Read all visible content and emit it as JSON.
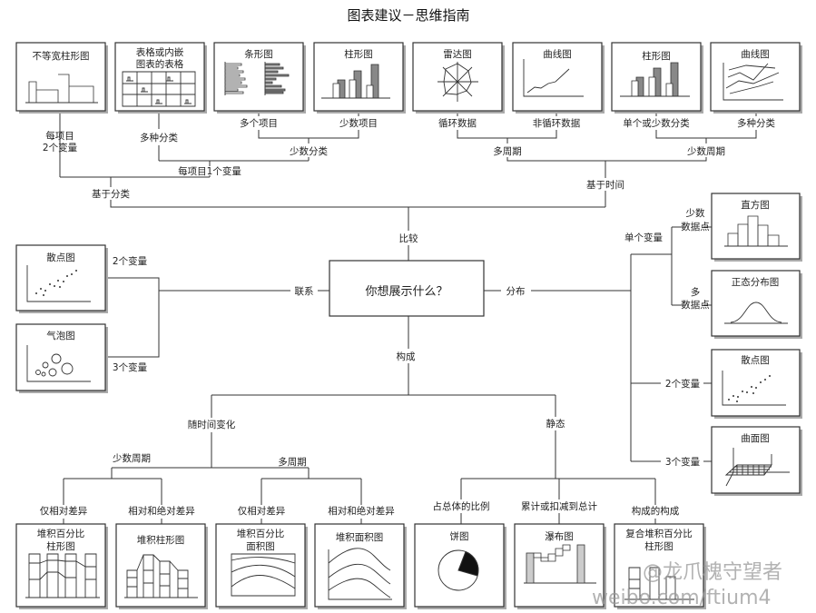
{
  "title": "图表建议－思维指南",
  "center": {
    "question": "你想展示什么？",
    "comparison": "比较",
    "relationship": "联系",
    "distribution": "分布",
    "composition": "构成"
  },
  "comparison": {
    "by_category": "基于分类",
    "by_time": "基于时间",
    "two_vars_per_item": [
      "每项目",
      "2个变量"
    ],
    "one_var_per_item": "每项目1个变量",
    "many_categories": "多种分类",
    "few_categories": "少数分类",
    "many_items": "多个项目",
    "few_items": "少数项目",
    "many_periods": "多周期",
    "few_periods": "少数周期",
    "cyclic": "循环数据",
    "non_cyclic": "非循环数据",
    "single_or_few_categories": "单个或少数分类",
    "many_categories_time": "多种分类",
    "charts": [
      {
        "label": [
          "不等宽柱形图"
        ]
      },
      {
        "label": [
          "表格或内嵌",
          "图表的表格"
        ]
      },
      {
        "label": [
          "条形图"
        ]
      },
      {
        "label": [
          "柱形图"
        ]
      },
      {
        "label": [
          "雷达图"
        ]
      },
      {
        "label": [
          "曲线图"
        ]
      },
      {
        "label": [
          "柱形图"
        ]
      },
      {
        "label": [
          "曲线图"
        ]
      }
    ]
  },
  "relationship": {
    "two_vars": "2个变量",
    "three_vars": "3个变量",
    "charts": [
      {
        "label": "散点图"
      },
      {
        "label": "气泡图"
      }
    ]
  },
  "distribution": {
    "single_var": "单个变量",
    "few_points": [
      "少数",
      "数据点"
    ],
    "many_points": [
      "多",
      "数据点"
    ],
    "two_vars": "2个变量",
    "three_vars": "3个变量",
    "charts": [
      {
        "label": "直方图"
      },
      {
        "label": "正态分布图"
      },
      {
        "label": "散点图"
      },
      {
        "label": "曲面图"
      }
    ]
  },
  "composition": {
    "over_time": "随时间变化",
    "static": "静态",
    "few_periods": "少数周期",
    "many_periods": "多周期",
    "relative_only": "仅相对差异",
    "relative_absolute": "相对和绝对差异",
    "relative_only_2": "仅相对差异",
    "relative_absolute_2": "相对和绝对差异",
    "share_of_total": "占总体的比例",
    "accumulate": "累计或扣减到总计",
    "component_of_component": "构成的构成",
    "charts": [
      {
        "label": [
          "堆积百分比",
          "柱形图"
        ]
      },
      {
        "label": [
          "堆积柱形图"
        ]
      },
      {
        "label": [
          "堆积百分比",
          "面积图"
        ]
      },
      {
        "label": [
          "堆积面积图"
        ]
      },
      {
        "label": [
          "饼图"
        ]
      },
      {
        "label": [
          "瀑布图"
        ]
      },
      {
        "label": [
          "复合堆积百分比",
          "柱形图"
        ]
      }
    ]
  },
  "watermark": {
    "handle": "@龙爪槐守望者",
    "url": "weibo.com/ftium4"
  }
}
